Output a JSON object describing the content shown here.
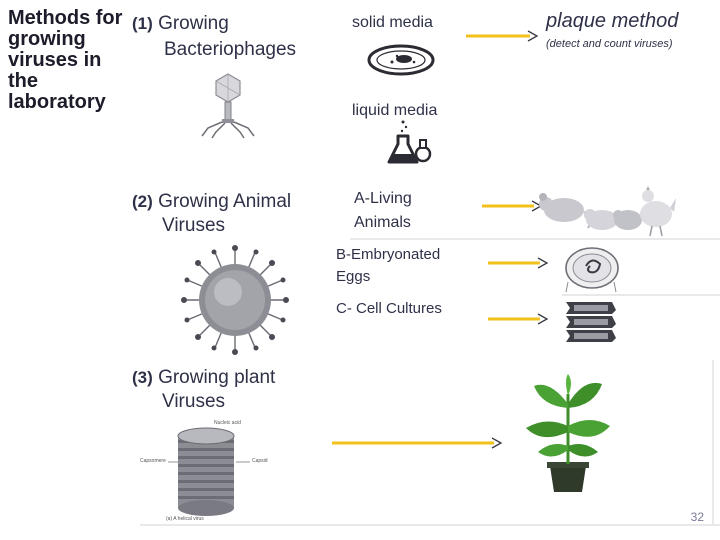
{
  "title": "Methods for growing viruses in the laboratory",
  "steps": {
    "bacteriophages": {
      "number": "(1)",
      "line1": "Growing",
      "line2": "Bacteriophages"
    },
    "animal": {
      "number": "(2)",
      "line1": "Growing Animal",
      "line2": "Viruses"
    },
    "plant": {
      "number": "(3)",
      "line1": "Growing plant",
      "line2": "Viruses"
    }
  },
  "media": {
    "solid": "solid media",
    "liquid": "liquid media"
  },
  "plaque": {
    "title": "plaque method",
    "subtitle": "(detect and count viruses)"
  },
  "animal_methods": {
    "a": {
      "line1": "A-Living",
      "line2": "Animals"
    },
    "b": {
      "line1": "B-Embryonated",
      "line2": "Eggs"
    },
    "c": {
      "line1": "C- Cell Cultures"
    }
  },
  "helical_virus_labels": {
    "nucleic_acid": "Nucleic acid",
    "capsomere": "Capsomere",
    "capsid": "Capsid",
    "caption": "(a) A helical virus"
  },
  "page_number": "32",
  "colors": {
    "arrow": "#f2c21b",
    "text": "#2e3148",
    "plant": "#3e8f2a"
  }
}
